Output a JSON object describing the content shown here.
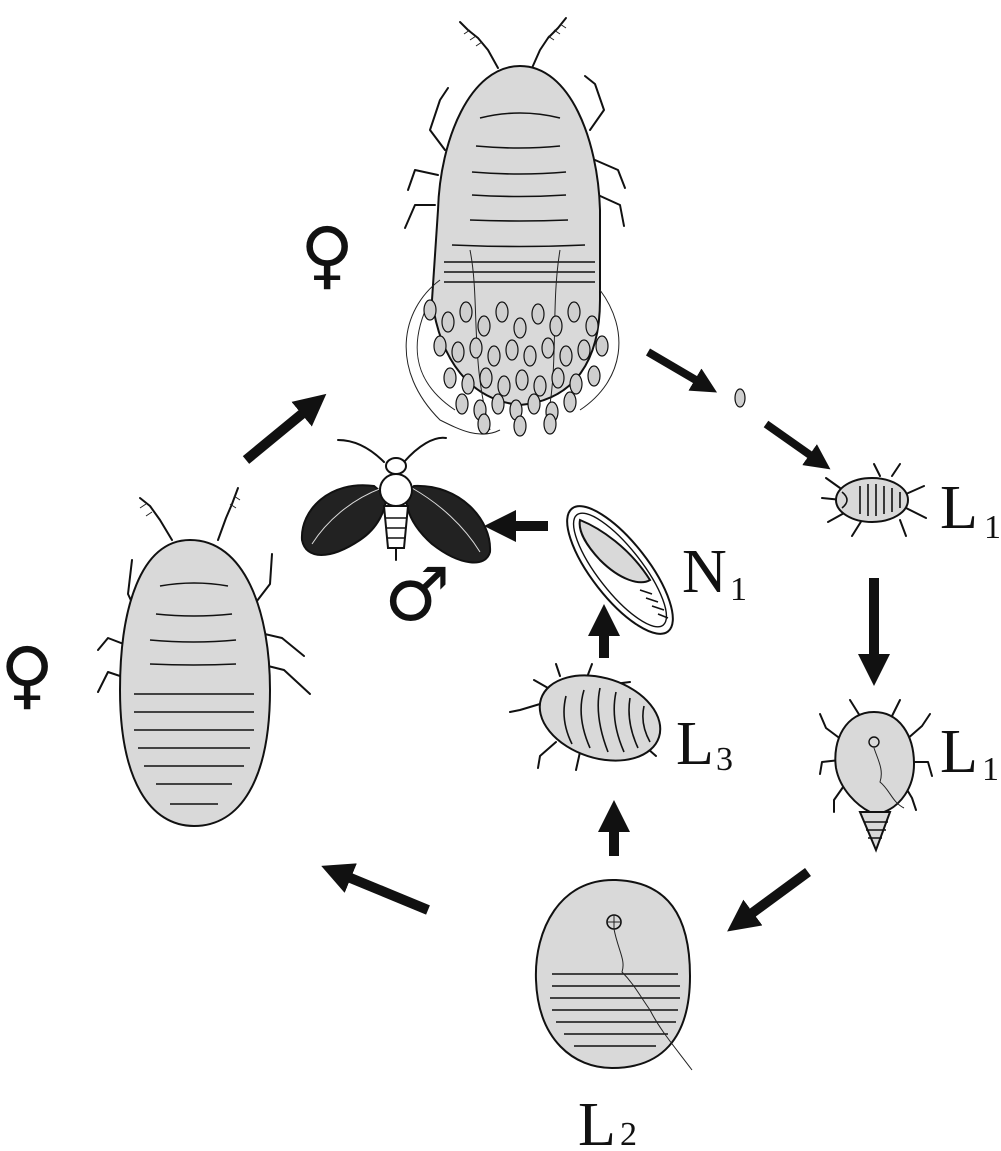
{
  "labels": {
    "l1_top": "L",
    "l1_top_sub": "1",
    "l1_bottom": "L",
    "l1_bottom_sub": "1",
    "l2": "L",
    "l2_sub": "2",
    "l3": "L",
    "l3_sub": "3",
    "n1": "N",
    "n1_sub": "1",
    "female_top": "♀",
    "female_left": "♀",
    "male": "♂"
  },
  "colors": {
    "body_fill": "#d9d9d9",
    "stroke": "#111111",
    "arrow": "#111111"
  },
  "icons": {
    "arrow": "bold-arrow",
    "female": "female-symbol",
    "male": "male-symbol"
  }
}
